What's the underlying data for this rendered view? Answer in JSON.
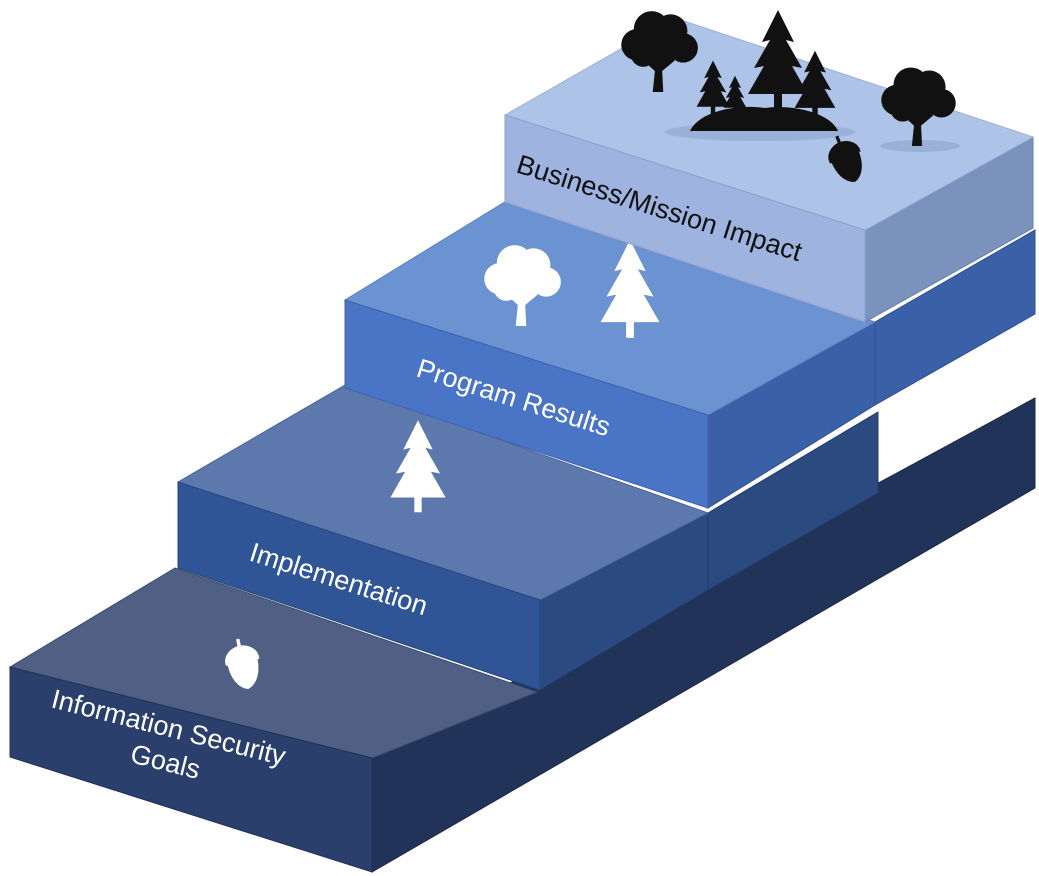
{
  "diagram": {
    "steps": [
      {
        "id": "information-security-goals",
        "label_lines": [
          "Information Security",
          "Goals"
        ],
        "icons": [
          "acorn-icon"
        ],
        "colors": {
          "top": "#506085",
          "front": "#2b3f6d",
          "side": "#22335a",
          "text": "#ffffff"
        }
      },
      {
        "id": "implementation",
        "label_lines": [
          "Implementation"
        ],
        "icons": [
          "pine-tree-icon"
        ],
        "colors": {
          "top": "#5c78ad",
          "front": "#2f5596",
          "side": "#2a4a80",
          "text": "#ffffff"
        }
      },
      {
        "id": "program-results",
        "label_lines": [
          "Program Results"
        ],
        "icons": [
          "round-tree-icon",
          "pine-tree-icon"
        ],
        "colors": {
          "top": "#6c93d1",
          "front": "#4a74c5",
          "side": "#3a60a8",
          "text": "#ffffff"
        }
      },
      {
        "id": "business-mission-impact",
        "label_lines": [
          "Business/Mission Impact"
        ],
        "icons": [
          "round-tree-icon",
          "pine-forest-icon",
          "round-tree-icon",
          "acorn-icon"
        ],
        "colors": {
          "top": "#aec3e8",
          "front": "#9fb3e0",
          "side": "#7a92bc",
          "text": "#111111"
        }
      }
    ]
  }
}
